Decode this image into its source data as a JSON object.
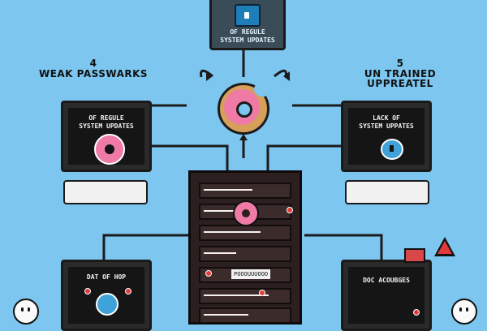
{
  "top_box": {
    "caption_line1": "OF REGULE",
    "caption_line2": "SYSTEM UPDATES"
  },
  "left_top": {
    "number": "4",
    "heading": "WEAK PASSWARKS",
    "screen_line1": "OF REGULE",
    "screen_line2": "SYSTEM UPDATES"
  },
  "right_top": {
    "number": "5",
    "heading_line1": "UN TRAINED",
    "heading_line2": "UPPREATEL",
    "screen_line1": "LACK OF",
    "screen_line2": "SYSTEM UPPATES"
  },
  "left_bottom": {
    "screen_line1": "DAT OF HOP"
  },
  "right_bottom": {
    "screen_line1": "DOC ACOUBGES"
  },
  "server": {
    "label": "POOOUUUOOO"
  },
  "colors": {
    "background": "#7cc6ef",
    "donut": "#f07aa6",
    "warning": "#e03b3b",
    "lock": "#3fa2d9"
  }
}
